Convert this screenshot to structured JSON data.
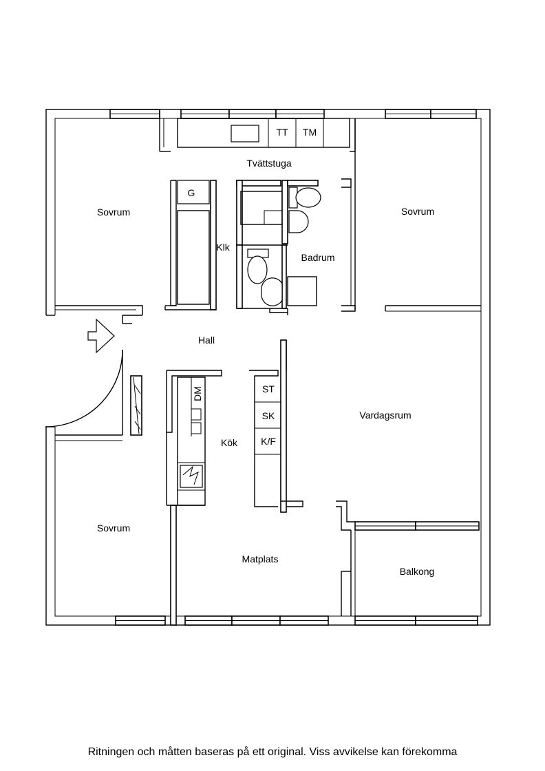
{
  "rooms": {
    "tvattstuga": "Tvättstuga",
    "sovrum_nw": "Sovrum",
    "sovrum_ne": "Sovrum",
    "sovrum_sw": "Sovrum",
    "klk": "Klk",
    "badrum": "Badrum",
    "hall": "Hall",
    "kok": "Kök",
    "vardagsrum": "Vardagsrum",
    "matplats": "Matplats",
    "balkong": "Balkong"
  },
  "fixtures": {
    "tumble_dryer": "TT",
    "washing_machine": "TM",
    "wardrobe_g": "G",
    "dishwasher": "DM",
    "stove": "ST",
    "cabinet": "SK",
    "fridge_freezer": "K/F"
  },
  "footer": {
    "disclaimer": "Ritningen och måtten baseras på ett original. Viss avvikelse kan förekomma"
  }
}
